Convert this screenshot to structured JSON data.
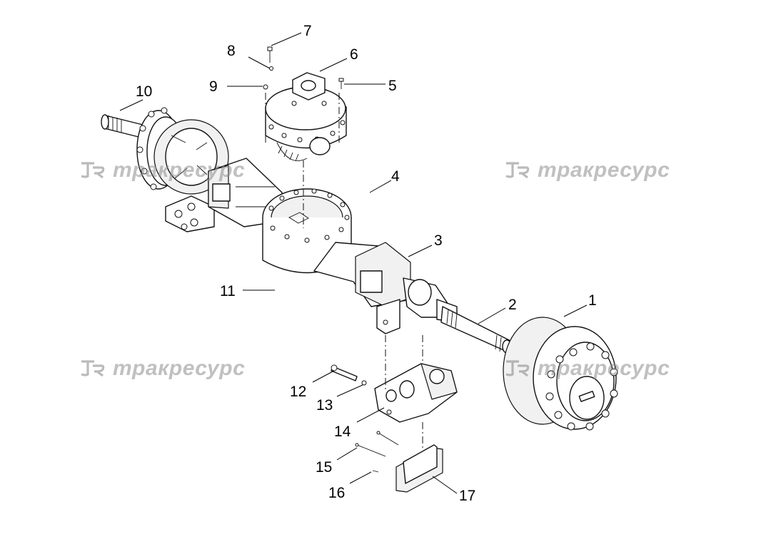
{
  "watermark": {
    "text": "тракресурс",
    "color": "#8c8c8c"
  },
  "callouts": [
    {
      "id": "1",
      "label": "1"
    },
    {
      "id": "2",
      "label": "2"
    },
    {
      "id": "3",
      "label": "3"
    },
    {
      "id": "4",
      "label": "4"
    },
    {
      "id": "5",
      "label": "5"
    },
    {
      "id": "6",
      "label": "6"
    },
    {
      "id": "7",
      "label": "7"
    },
    {
      "id": "8",
      "label": "8"
    },
    {
      "id": "9",
      "label": "9"
    },
    {
      "id": "10",
      "label": "10"
    },
    {
      "id": "11",
      "label": "11"
    },
    {
      "id": "12",
      "label": "12"
    },
    {
      "id": "13",
      "label": "13"
    },
    {
      "id": "14",
      "label": "14"
    },
    {
      "id": "15",
      "label": "15"
    },
    {
      "id": "16",
      "label": "16"
    },
    {
      "id": "17",
      "label": "17"
    }
  ]
}
